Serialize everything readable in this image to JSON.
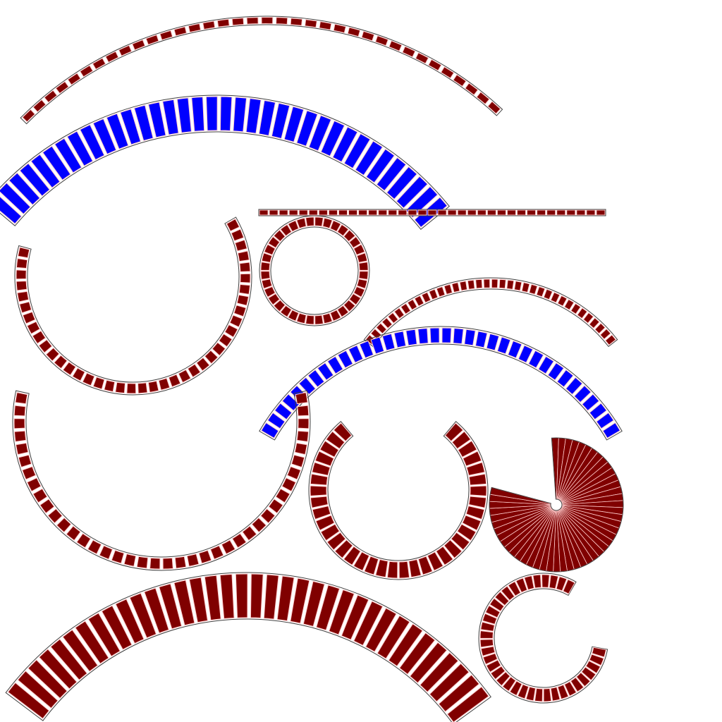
{
  "colors": {
    "background": "#ffffff",
    "dark_red": "#800000",
    "blue": "#0000ff",
    "segment_outline": "#ffcccc",
    "band_outline": "#404040"
  },
  "arcs": [
    {
      "id": "arc-top-thin",
      "color": "dark_red",
      "segments": 36
    },
    {
      "id": "arc-top-wide-blue",
      "color": "blue",
      "segments": 36
    },
    {
      "id": "arc-left-large-horseshoe",
      "color": "dark_red",
      "segments": 40
    },
    {
      "id": "bar-straight-top",
      "color": "dark_red",
      "segments": 35
    },
    {
      "id": "ring-small-full",
      "color": "dark_red",
      "segments": 36
    },
    {
      "id": "arc-right-thin",
      "color": "dark_red",
      "segments": 36
    },
    {
      "id": "arc-middle-blue",
      "color": "blue",
      "segments": 36
    },
    {
      "id": "arc-left-lower-horseshoe",
      "color": "dark_red",
      "segments": 40
    },
    {
      "id": "arc-middle-horseshoe",
      "color": "dark_red",
      "segments": 36
    },
    {
      "id": "sunburst-disc",
      "color": "dark_red",
      "segments": 48
    },
    {
      "id": "arc-bottom-wide",
      "color": "dark_red",
      "segments": 36
    },
    {
      "id": "arc-bottom-right-hook",
      "color": "dark_red",
      "segments": 36
    }
  ]
}
